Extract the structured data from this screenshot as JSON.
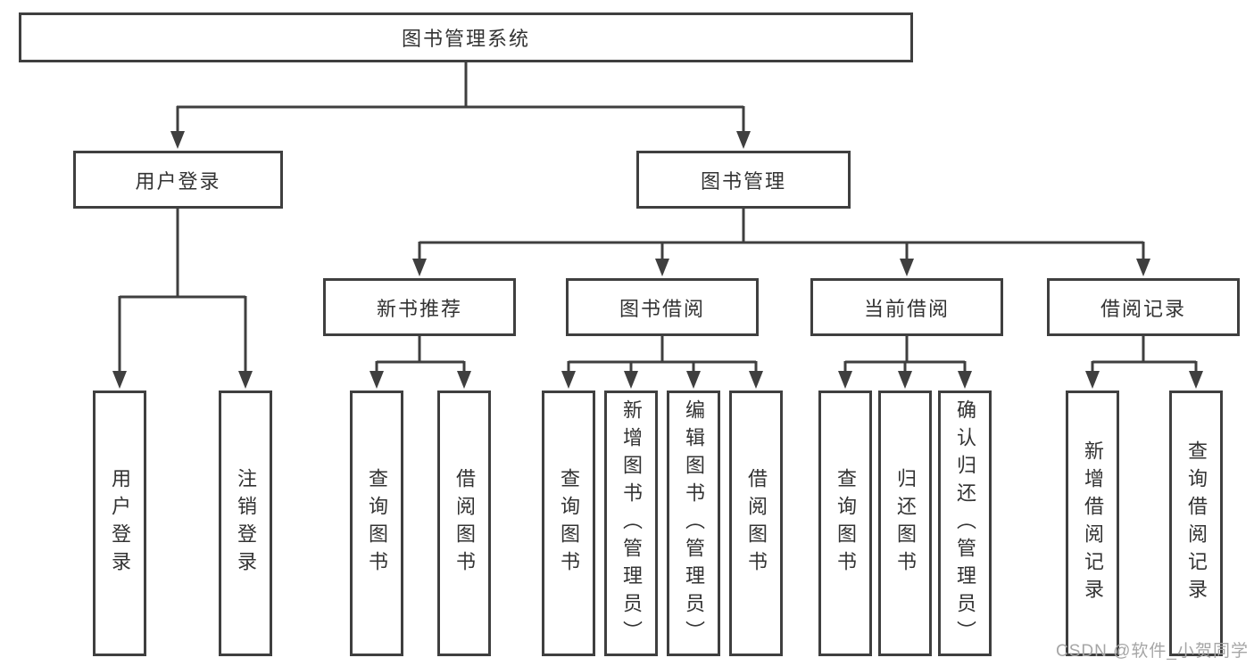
{
  "watermark": "CSDN @软件_小贺同学",
  "colors": {
    "line": "#3f3f3f",
    "text": "#333333",
    "background": "#ffffff",
    "watermark_text": "#a6a6a6"
  },
  "tree": {
    "root": {
      "label": "图书管理系统"
    },
    "branches": [
      {
        "label": "用户登录",
        "leaves": [
          {
            "label": "用户登录"
          },
          {
            "label": "注销登录"
          }
        ]
      },
      {
        "label": "图书管理",
        "groups": [
          {
            "label": "新书推荐",
            "leaves": [
              {
                "label": "查询图书"
              },
              {
                "label": "借阅图书"
              }
            ]
          },
          {
            "label": "图书借阅",
            "leaves": [
              {
                "label": "查询图书"
              },
              {
                "label": "新增图书（管理员）"
              },
              {
                "label": "编辑图书（管理员）"
              },
              {
                "label": "借阅图书"
              }
            ]
          },
          {
            "label": "当前借阅",
            "leaves": [
              {
                "label": "查询图书"
              },
              {
                "label": "归还图书"
              },
              {
                "label": "确认归还（管理员）"
              }
            ]
          },
          {
            "label": "借阅记录",
            "leaves": [
              {
                "label": "新增借阅记录"
              },
              {
                "label": "查询借阅记录"
              }
            ]
          }
        ]
      }
    ]
  }
}
